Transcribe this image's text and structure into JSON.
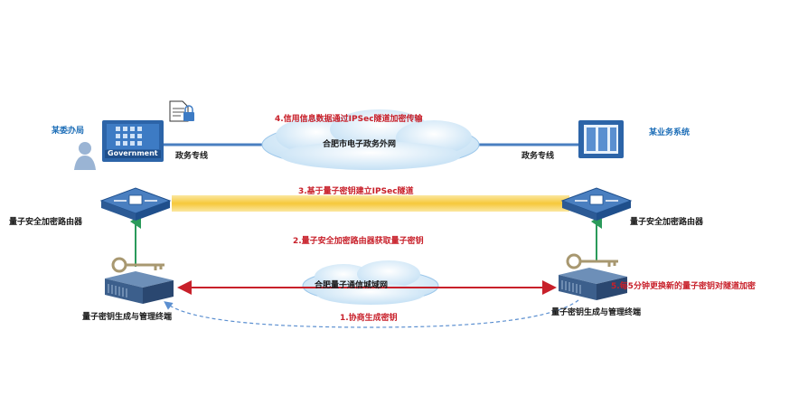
{
  "nodes": {
    "left_office_label": "某委办局",
    "right_system_label": "某业务系统",
    "government_sign": "Government",
    "left_line_label": "政务专线",
    "right_line_label": "政务专线",
    "wan_cloud_label": "合肥市电子政务外网",
    "left_router_label": "量子安全加密路由器",
    "right_router_label": "量子安全加密路由器",
    "city_net_cloud_label": "合肥量子通信城域网",
    "left_terminal_label": "量子密钥生成与管理终端",
    "right_terminal_label": "量子密钥生成与管理终端"
  },
  "steps": {
    "step1": "1.协商生成密钥",
    "step2": "2.量子安全加密路由器获取量子密钥",
    "step3": "3.基于量子密钥建立IPSec隧道",
    "step4": "4.信用信息数据通过IPSec隧道加密传输",
    "step5": "5.每5分钟更换新的量子密钥对隧道加密"
  },
  "colors": {
    "line_blue": "#4a7fc0",
    "tunnel_yellow": "#f6c83a",
    "arrow_red": "#c8202a",
    "arrow_green": "#2a9a5a",
    "dashed_blue": "#5b8fd0",
    "cloud_fill": "#d7e9f7",
    "device_blue": "#2c64a8"
  }
}
